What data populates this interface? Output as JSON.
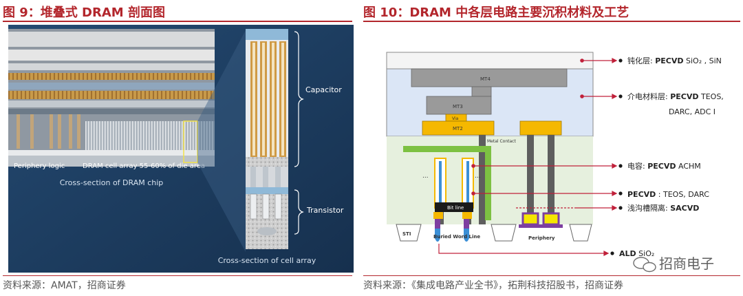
{
  "left_figure": {
    "title": "图 9：堆叠式 DRAM 剖面图",
    "labels": {
      "periphery": "Periphery logic",
      "cell_array": "DRAM cell array 55-60% of die area",
      "chip_caption": "Cross-section of DRAM chip",
      "capacitor": "Capacitor",
      "transistor": "Transistor",
      "cell_caption": "Cross-section of cell array"
    },
    "source": "资料来源：AMAT，招商证券"
  },
  "right_figure": {
    "title": "图 10：DRAM 中各层电路主要沉积材料及工艺",
    "diagram_labels": {
      "mt4": "MT4",
      "mt3": "MT3",
      "via": "Via",
      "mt2": "MT2",
      "metal_contact": "Metal Contact",
      "bit_line": "Bit line",
      "sti": "STI",
      "buried_word_line": "Buried Word Line",
      "periphery": "Periphery",
      "dots": "..."
    },
    "annotations": [
      {
        "prefix": "钝化层: ",
        "bold": "PECVD",
        "rest": " SiO₂ , SiN"
      },
      {
        "prefix": "介电材料层: ",
        "bold": "PECVD",
        "rest": " TEOS,"
      },
      {
        "prefix": "",
        "bold": "",
        "rest": "DARC, ADC I"
      },
      {
        "prefix": "电容: ",
        "bold": "PECVD",
        "rest": " ACHM"
      },
      {
        "prefix": "",
        "bold": "PECVD",
        "rest": " : TEOS, DARC"
      },
      {
        "prefix": "浅沟槽隔离: ",
        "bold": "SACVD",
        "rest": ""
      },
      {
        "prefix": "",
        "bold": "ALD",
        "rest": " SiO₂"
      }
    ],
    "watermark": "招商电子",
    "source": "资料来源：《集成电路产业全书》，拓荆科技招股书，招商证券"
  },
  "colors": {
    "accent_red": "#b3262c",
    "metal_gold": "#f5b800",
    "poly_green": "#7dc142",
    "dark_gray": "#606060",
    "bg_navy": "#1c3a5c"
  }
}
